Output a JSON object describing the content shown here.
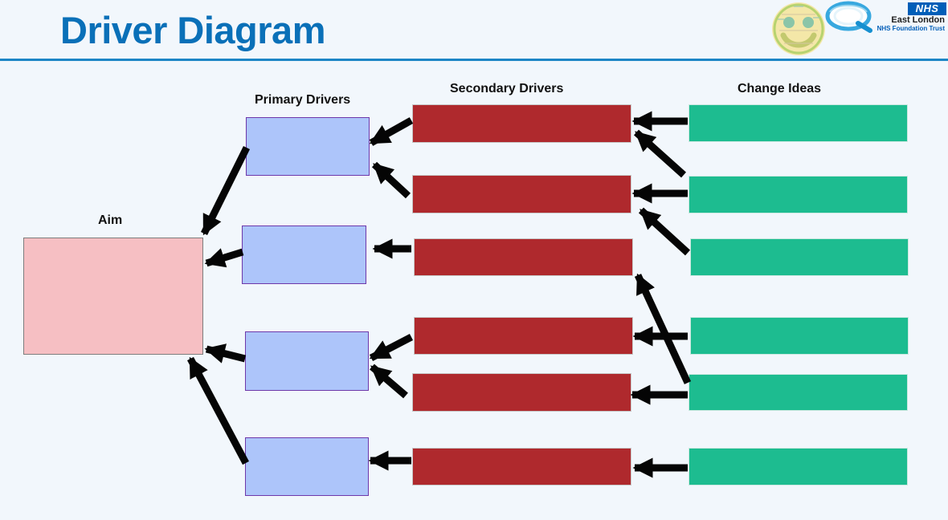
{
  "title": "Driver Diagram",
  "org": {
    "badge": "NHS",
    "name": "East London",
    "subname": "NHS Foundation Trust"
  },
  "columns": {
    "aim": "Aim",
    "primary": "Primary Drivers",
    "secondary": "Secondary Drivers",
    "change": "Change Ideas"
  },
  "colors": {
    "title": "#0a70b8",
    "rule": "#1d86c6",
    "aim_fill": "#f6bfc3",
    "primary_fill": "#adc5fa",
    "secondary_fill": "#af292d",
    "change_fill": "#1dbc90",
    "arrows": "#050505"
  },
  "icons": {
    "smiley_logo": "smiley-wordcloud-icon",
    "qi_logo": "quality-improvement-q-icon"
  }
}
